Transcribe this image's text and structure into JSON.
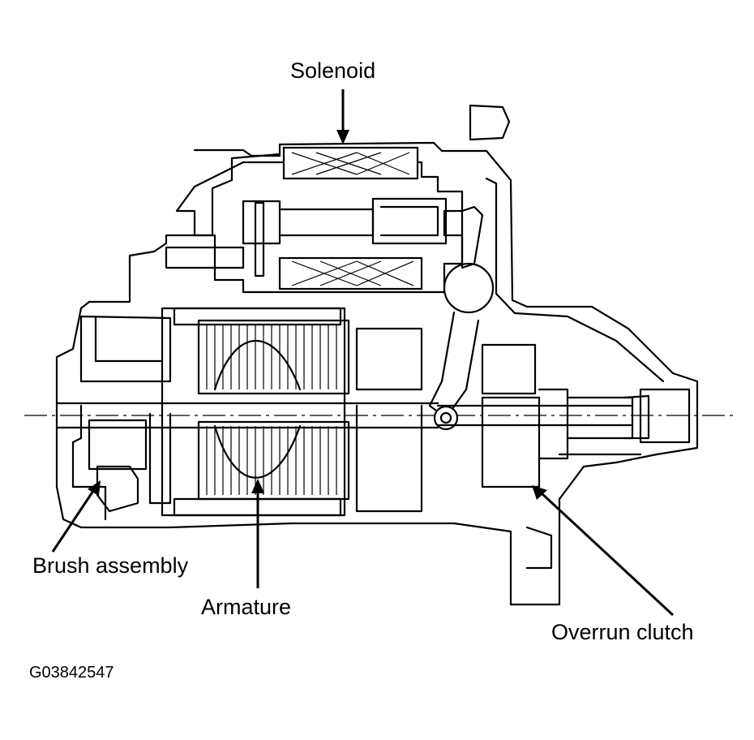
{
  "labels": {
    "solenoid": "Solenoid",
    "brush_assembly": "Brush assembly",
    "armature": "Armature",
    "overrun_clutch": "Overrun clutch",
    "figure_code": "G03842547"
  },
  "colors": {
    "line": "#000000",
    "background": "#ffffff"
  }
}
